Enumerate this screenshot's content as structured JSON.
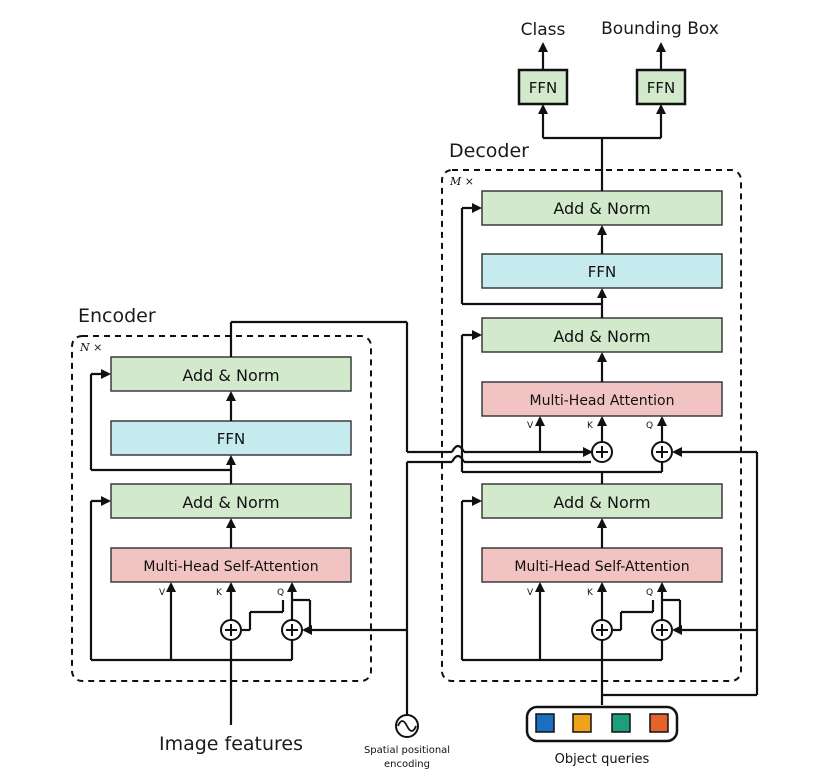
{
  "colors": {
    "green": "#d3e9cc",
    "green_stroke": "#3b3b3b",
    "cyan": "#c6ebef",
    "pink": "#f2c3c3",
    "query1": "#1c6fbf",
    "query2": "#f0a21d",
    "query3": "#1e9e7a",
    "query4": "#e5632a"
  },
  "encoder": {
    "title": "Encoder",
    "repeat": "N ×",
    "add_norm_top": "Add & Norm",
    "ffn": "FFN",
    "add_norm_bottom": "Add & Norm",
    "self_attention": "Multi-Head  Self-Attention",
    "v": "V",
    "k": "K",
    "q": "Q"
  },
  "decoder": {
    "title": "Decoder",
    "repeat": "M ×",
    "add_norm_top": "Add & Norm",
    "ffn": "FFN",
    "add_norm_mid": "Add & Norm",
    "cross_attention": "Multi-Head  Attention",
    "add_norm_bottom": "Add & Norm",
    "self_attention": "Multi-Head  Self-Attention",
    "v_top": "V",
    "k_top": "K",
    "q_top": "Q",
    "v_bottom": "V",
    "k_bottom": "K",
    "q_bottom": "Q"
  },
  "heads": {
    "class_label": "Class",
    "bbox_label": "Bounding Box",
    "ffn_left": "FFN",
    "ffn_right": "FFN"
  },
  "inputs": {
    "image_features": "Image features",
    "spatial_line1": "Spatial  positional",
    "spatial_line2": "encoding",
    "object_queries": "Object  queries"
  },
  "icons": {
    "plus": "plus-circle-icon",
    "sine": "sine-wave-icon"
  }
}
